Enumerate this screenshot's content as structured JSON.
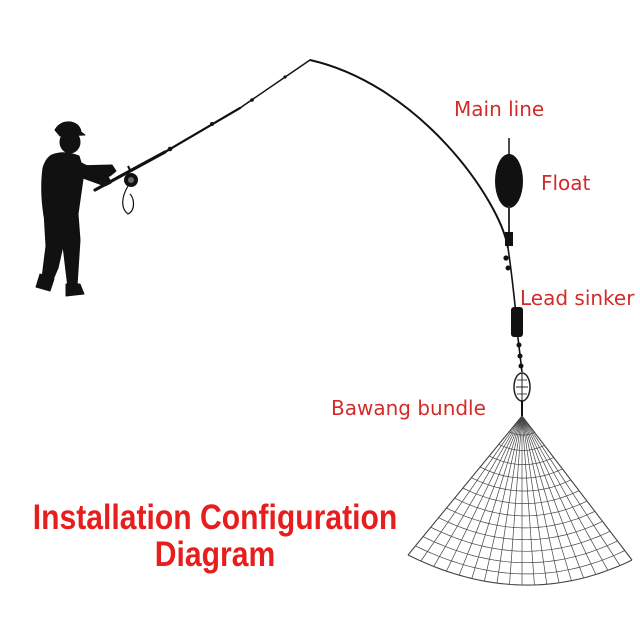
{
  "labels": {
    "main_line": "Main line",
    "float": "Float",
    "lead_sinker": "Lead sinker",
    "bawang_bundle": "Bawang bundle"
  },
  "title": {
    "line1": "Installation Configuration",
    "line2": "Diagram"
  },
  "colors": {
    "label": "#d42a2a",
    "title": "#e61e1e",
    "ink": "#111111"
  }
}
